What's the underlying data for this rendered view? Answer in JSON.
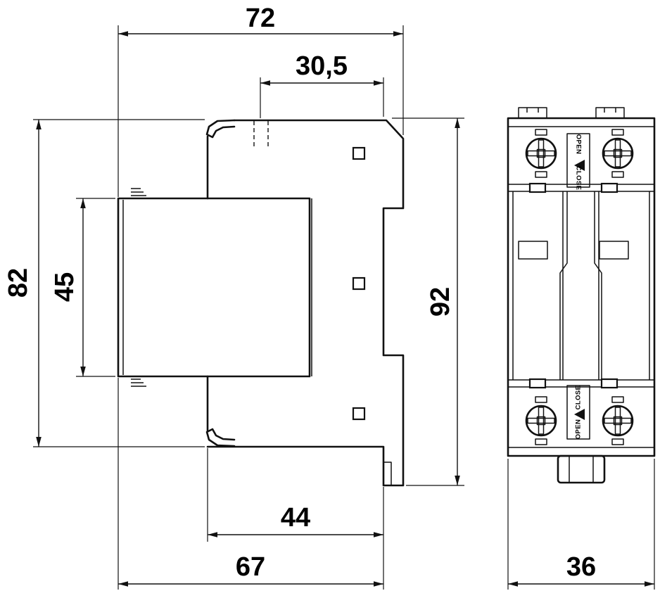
{
  "side_view": {
    "dims": {
      "total_width": "72",
      "upper_offset": "30,5",
      "body_height": "82",
      "module_height": "45",
      "overall_height": "92",
      "lower_width": "44",
      "base_width": "67"
    }
  },
  "front_view": {
    "dims": {
      "width": "36"
    },
    "top_lock": {
      "upper": "OPEN",
      "lower": "CLOSE"
    },
    "bottom_lock": {
      "upper": "CLOSE",
      "lower": "OPEN"
    }
  }
}
